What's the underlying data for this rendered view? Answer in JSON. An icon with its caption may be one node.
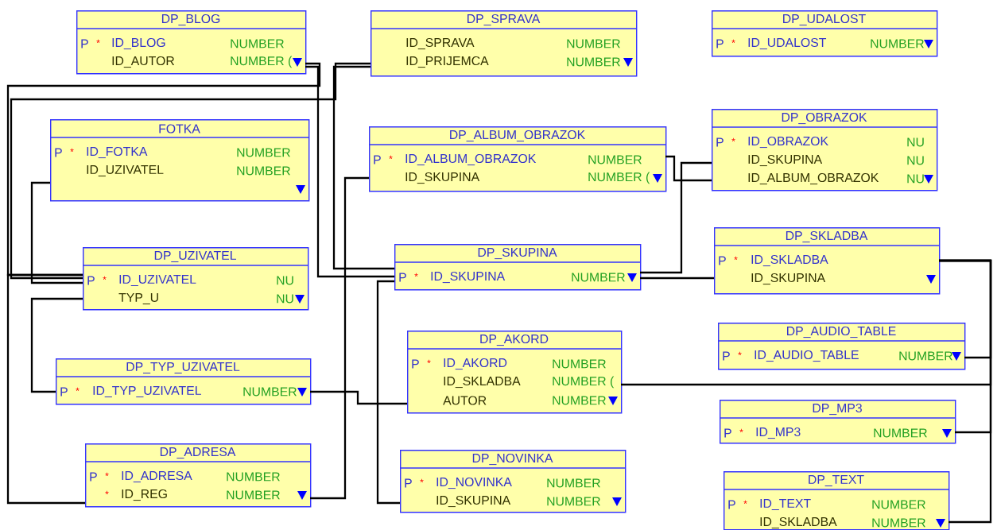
{
  "diagram": {
    "nodes": [
      {
        "text": [
          "DP_BLOG",
          "P",
          "*",
          "ID_BLOG",
          "NUMBER",
          "ID_AUTOR",
          "NUMBER ("
        ]
      },
      {
        "text": [
          "DP_SPRAVA",
          "ID_SPRAVA",
          "NUMBER",
          "ID_PRIJEMCA",
          "NUMBER"
        ]
      },
      {
        "text": [
          "DP_UDALOST",
          "P",
          "*",
          "ID_UDALOST",
          "NUMBER"
        ]
      },
      {
        "text": [
          "FOTKA",
          "P",
          "*",
          "ID_FOTKA",
          "NUMBER",
          "ID_UZIVATEL",
          "NUMBER"
        ]
      },
      {
        "text": [
          "DP_ALBUM_OBRAZOK",
          "P",
          "*",
          "ID_ALBUM_OBRAZOK",
          "NUMBER",
          "ID_SKUPINA",
          "NUMBER ("
        ]
      },
      {
        "text": [
          "DP_OBRAZOK",
          "P",
          "*",
          "ID_OBRAZOK",
          "NU",
          "ID_SKUPINA",
          "NU",
          "ID_ALBUM_OBRAZOK",
          "NU"
        ]
      },
      {
        "text": [
          "DP_UZIVATEL",
          "P",
          "*",
          "ID_UZIVATEL",
          "NU",
          "TYP_U",
          "NU"
        ]
      },
      {
        "text": [
          "DP_SKUPINA",
          "P",
          "*",
          "ID_SKUPINA",
          "NUMBER"
        ]
      },
      {
        "text": [
          "DP_SKLADBA",
          "P",
          "*",
          "ID_SKLADBA",
          "ID_SKUPINA"
        ]
      },
      {
        "text": [
          "DP_TYP_UZIVATEL",
          "P",
          "*",
          "ID_TYP_UZIVATEL",
          "NUMBER"
        ]
      },
      {
        "text": [
          "DP_AKORD",
          "P",
          "*",
          "ID_AKORD",
          "NUMBER",
          "ID_SKLADBA",
          "NUMBER (",
          "AUTOR",
          "NUMBER"
        ]
      },
      {
        "text": [
          "DP_AUDIO_TABLE",
          "P",
          "*",
          "ID_AUDIO_TABLE",
          "NUMBER"
        ]
      },
      {
        "text": [
          "DP_ADRESA",
          "P",
          "*",
          "ID_ADRESA",
          "NUMBER",
          "*",
          "ID_REG",
          "NUMBER"
        ]
      },
      {
        "text": [
          "DP_NOVINKA",
          "P",
          "*",
          "ID_NOVINKA",
          "NUMBER",
          "ID_SKUPINA",
          "NUMBER"
        ]
      },
      {
        "text": [
          "DP_MP3",
          "P",
          "*",
          "ID_MP3",
          "NUMBER"
        ]
      },
      {
        "text": [
          "DP_TEXT",
          "P",
          "*",
          "ID_TEXT",
          "NUMBER",
          "ID_SKLADBA",
          "NUMBER"
        ]
      }
    ],
    "edges": [
      {
        "from": 0,
        "to": 6,
        "arrow": "none"
      },
      {
        "from": 1,
        "to": 6,
        "arrow": "none"
      },
      {
        "from": 0,
        "to": 7,
        "arrow": "none"
      },
      {
        "from": 1,
        "to": 7,
        "arrow": "none"
      },
      {
        "from": 3,
        "to": 6,
        "arrow": "none"
      },
      {
        "from": 6,
        "to": 9,
        "arrow": "none"
      },
      {
        "from": 12,
        "to": 6,
        "arrow": "none"
      },
      {
        "from": 9,
        "to": 10,
        "arrow": "none"
      },
      {
        "from": 4,
        "to": 12,
        "arrow": "none"
      },
      {
        "from": 13,
        "to": 7,
        "arrow": "none"
      },
      {
        "from": 4,
        "to": 5,
        "arrow": "none"
      },
      {
        "from": 7,
        "to": 5,
        "arrow": "none"
      },
      {
        "from": 7,
        "to": 8,
        "arrow": "none"
      },
      {
        "from": 10,
        "to": 8,
        "arrow": "none"
      },
      {
        "from": 11,
        "to": 8,
        "arrow": "none"
      },
      {
        "from": 14,
        "to": 8,
        "arrow": "none"
      },
      {
        "from": 15,
        "to": 8,
        "arrow": "none"
      }
    ]
  }
}
